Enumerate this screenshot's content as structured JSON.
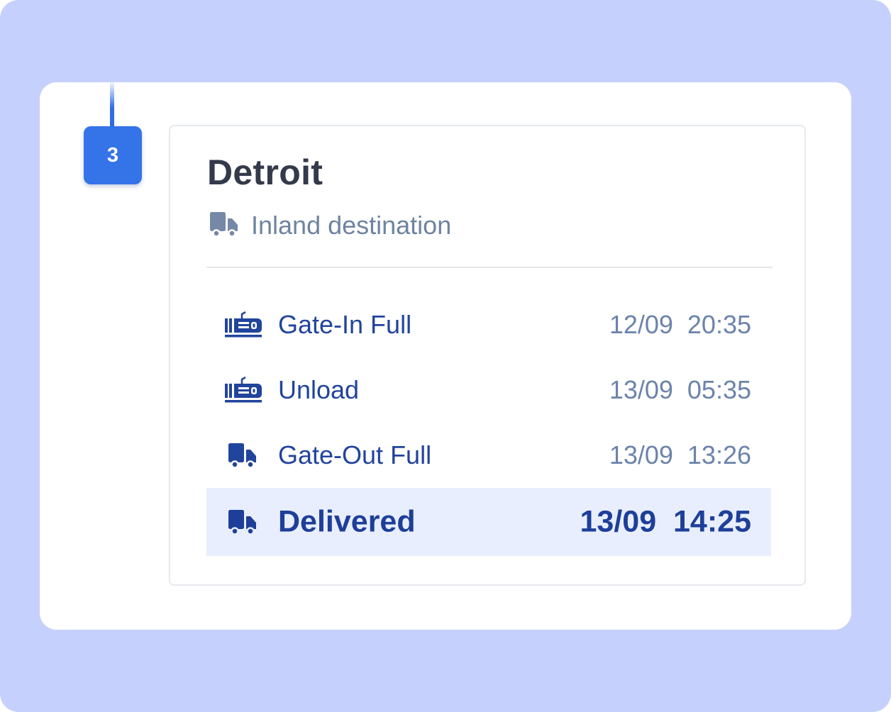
{
  "step": {
    "number": "3"
  },
  "location": {
    "city": "Detroit",
    "type_label": "Inland destination",
    "type_icon": "truck-icon"
  },
  "events": [
    {
      "label": "Gate-In Full",
      "date": "12/09",
      "time": "20:35",
      "datetime": "12/09  20:35",
      "icon": "train-icon",
      "current": false
    },
    {
      "label": "Unload",
      "date": "13/09",
      "time": "05:35",
      "datetime": "13/09  05:35",
      "icon": "train-icon",
      "current": false
    },
    {
      "label": "Gate-Out Full",
      "date": "13/09",
      "time": "13:26",
      "datetime": "13/09  13:26",
      "icon": "truck-icon",
      "current": false
    },
    {
      "label": "Delivered",
      "date": "13/09",
      "time": "14:25",
      "datetime": "13/09  14:25",
      "icon": "truck-icon",
      "current": true
    }
  ],
  "colors": {
    "background": "#c5d0fc",
    "accent": "#3473e8",
    "event_text": "#21449c",
    "time_text": "#6c83ab",
    "subtitle_text": "#6f83a0",
    "highlight_bg": "#e8eefd"
  }
}
